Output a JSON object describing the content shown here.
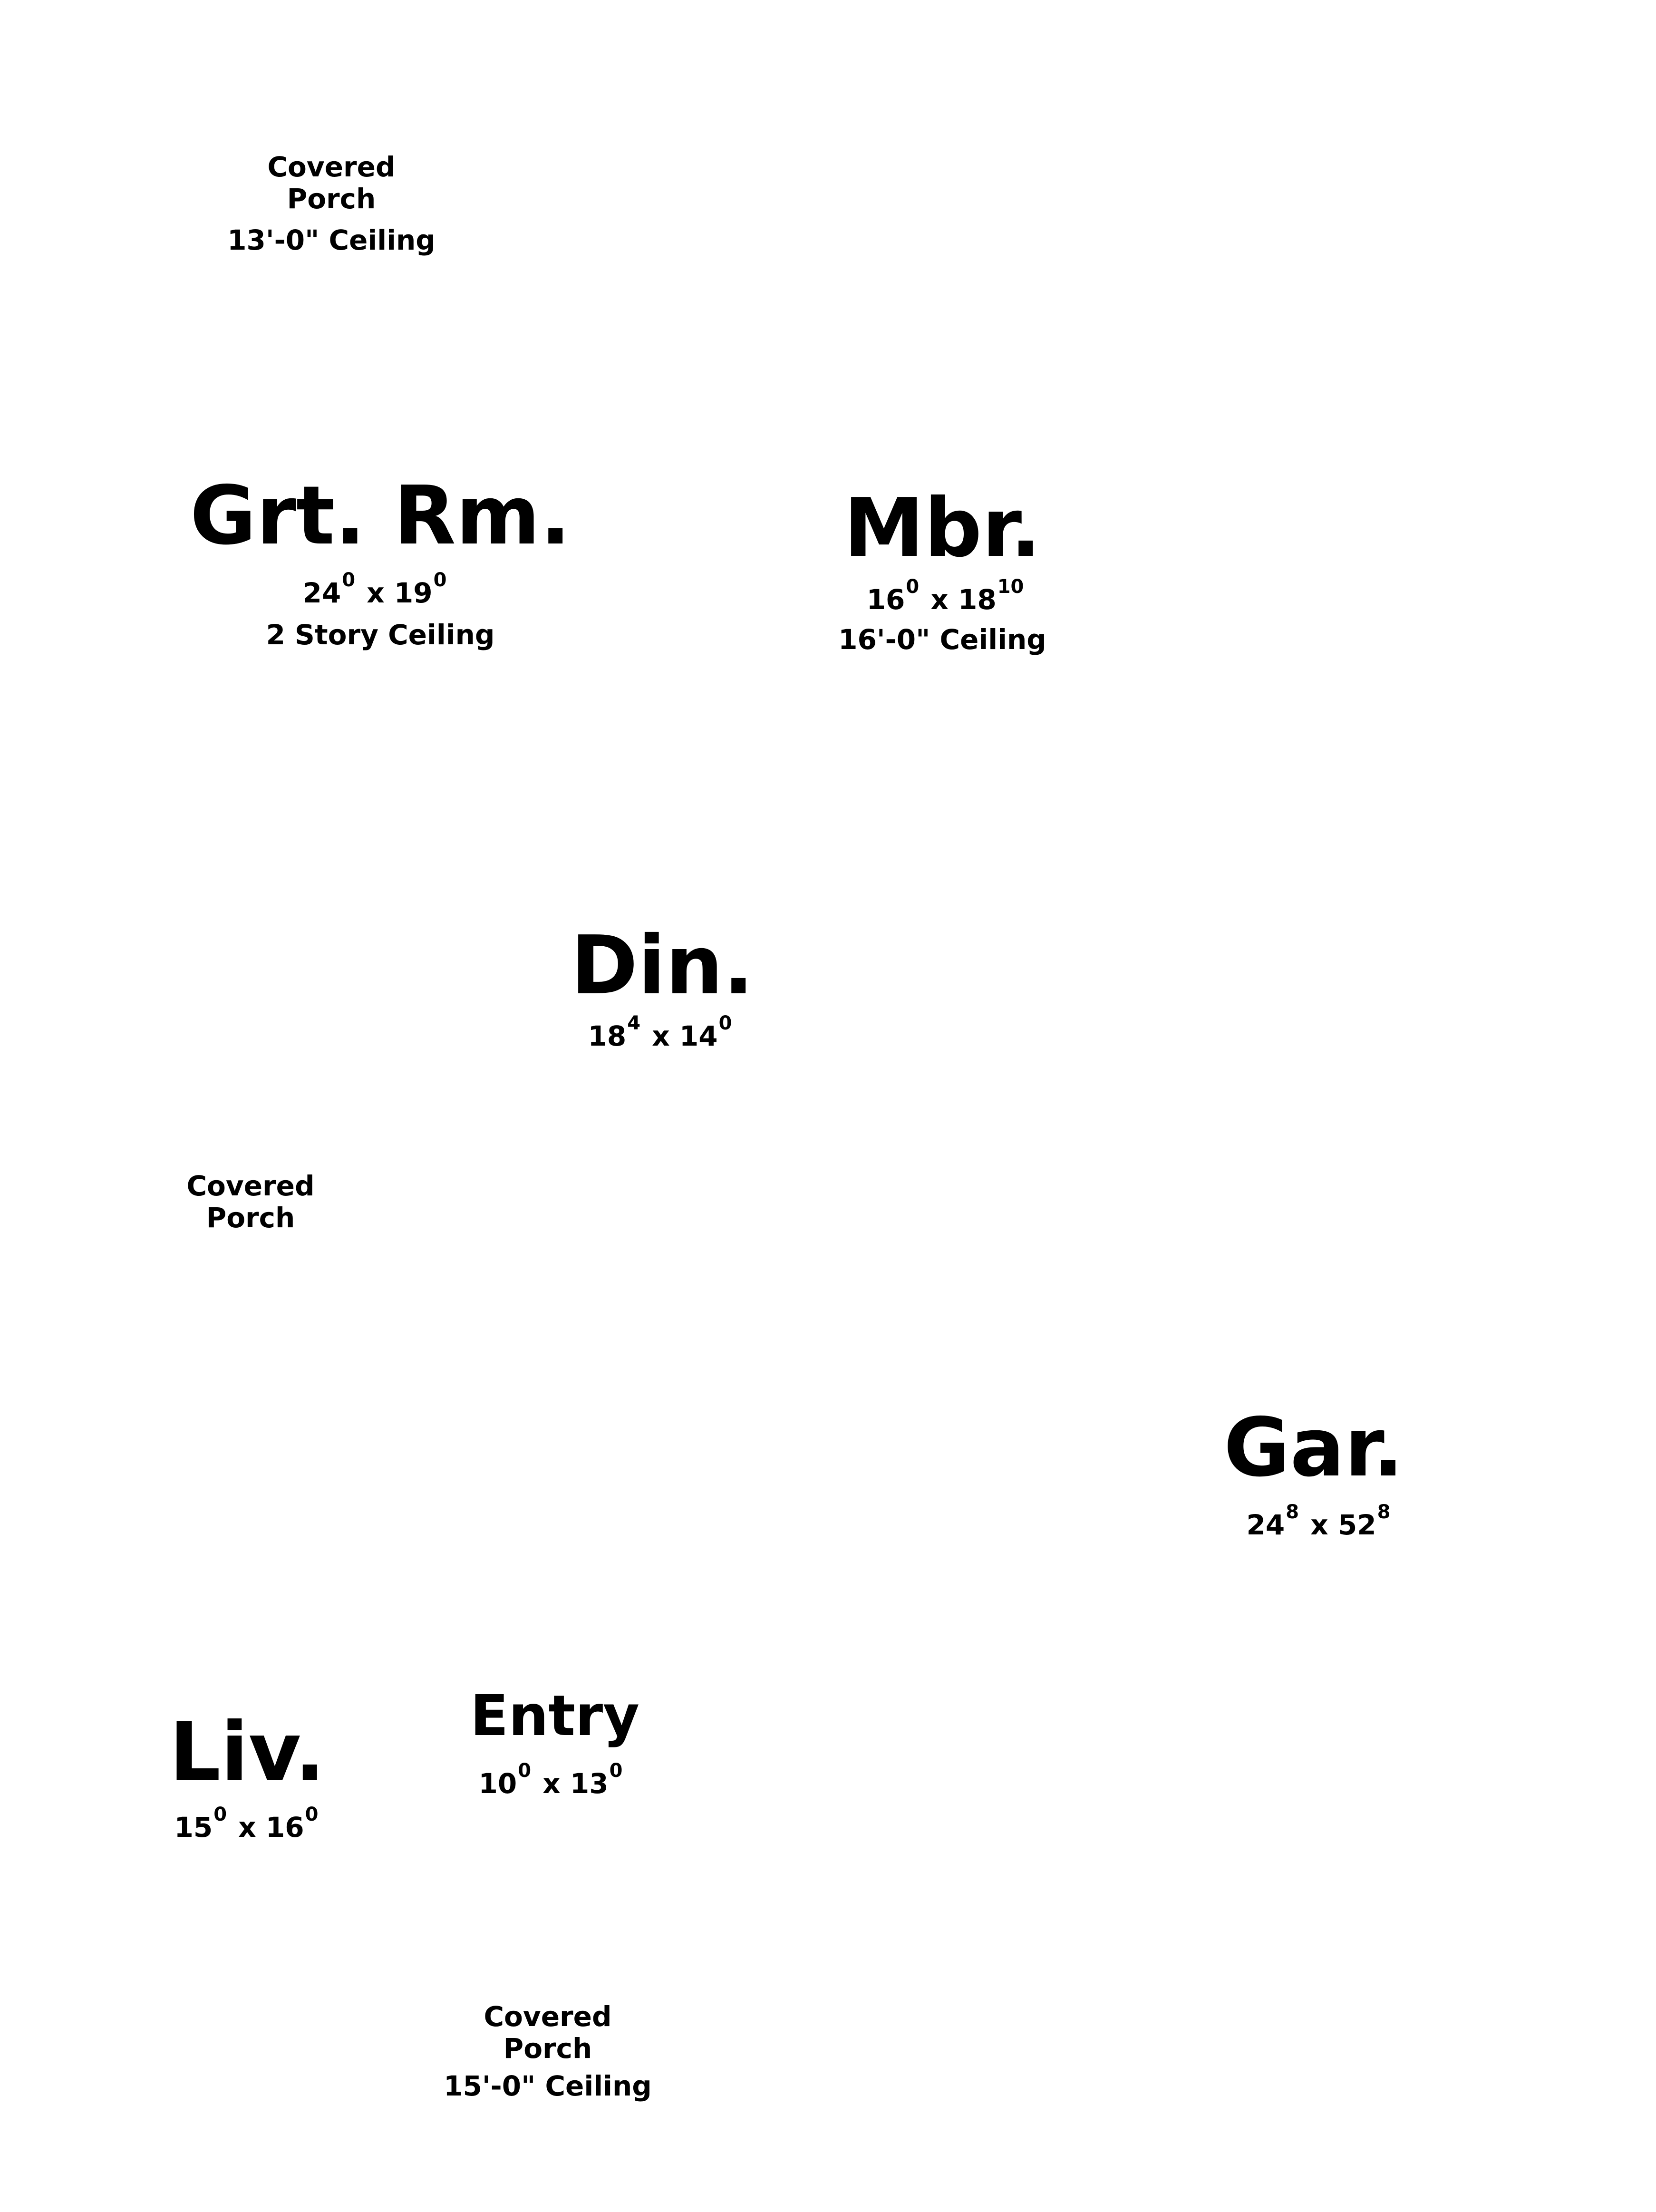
{
  "porch_top": {
    "line1": "Covered",
    "line2": "Porch",
    "ceiling": "13'-0\" Ceiling"
  },
  "porch_mid": {
    "line1": "Covered",
    "line2": "Porch"
  },
  "porch_bottom": {
    "line1": "Covered",
    "line2": "Porch",
    "ceiling": "15'-0\" Ceiling"
  },
  "great_room": {
    "name": "Grt. Rm.",
    "w": "24",
    "w_in": "0",
    "x": "x",
    "d": "19",
    "d_in": "0",
    "ceiling": "2 Story Ceiling"
  },
  "master_bedroom": {
    "name": "Mbr.",
    "w": "16",
    "w_in": "0",
    "x": "x",
    "d": "18",
    "d_in": "10",
    "ceiling": "16'-0\" Ceiling"
  },
  "dining": {
    "name": "Din.",
    "w": "18",
    "w_in": "4",
    "x": "x",
    "d": "14",
    "d_in": "0"
  },
  "garage": {
    "name": "Gar.",
    "w": "24",
    "w_in": "8",
    "x": "x",
    "d": "52",
    "d_in": "8"
  },
  "living": {
    "name": "Liv.",
    "w": "15",
    "w_in": "0",
    "x": "x",
    "d": "16",
    "d_in": "0"
  },
  "entry": {
    "name": "Entry",
    "w": "10",
    "w_in": "0",
    "x": "x",
    "d": "13",
    "d_in": "0"
  }
}
